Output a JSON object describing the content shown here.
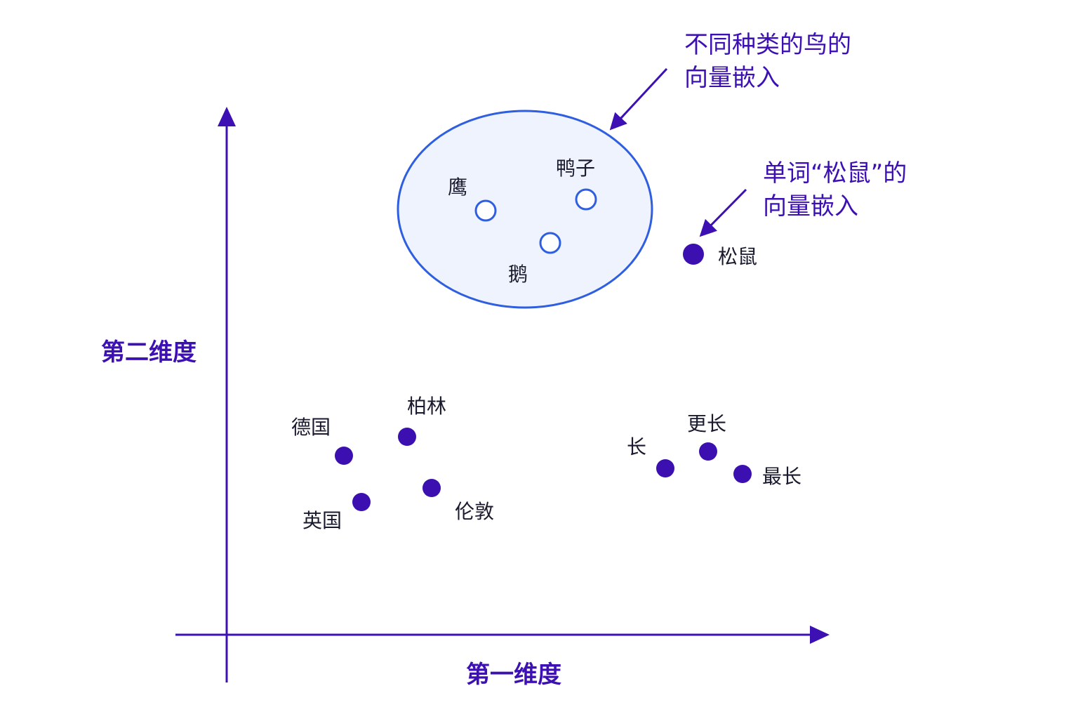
{
  "colors": {
    "axis": "#3d10b3",
    "label_text": "#1a1a2e",
    "accent_text": "#3d10b3",
    "point_fill": "#3b0fb0",
    "bird_outline": "#2f5fe0",
    "cluster_fill": "#eef3fd",
    "cluster_stroke": "#2f5fe0"
  },
  "axes": {
    "x_title": "第一维度",
    "y_title": "第二维度"
  },
  "words": {
    "germany": "德国",
    "berlin": "柏林",
    "uk": "英国",
    "london": "伦敦",
    "long": "长",
    "longer": "更长",
    "longest": "最长",
    "squirrel": "松鼠",
    "eagle": "鹰",
    "duck": "鸭子",
    "goose": "鹅"
  },
  "annotations": {
    "birds_line1": "不同种类的鸟的",
    "birds_line2": "向量嵌入",
    "squirrel_line1": "单词“松鼠”的",
    "squirrel_line2": "向量嵌入"
  },
  "legend_icons": {
    "filled_point": "filled-circle-icon",
    "hollow_point": "hollow-circle-icon",
    "arrow": "arrow-icon"
  }
}
